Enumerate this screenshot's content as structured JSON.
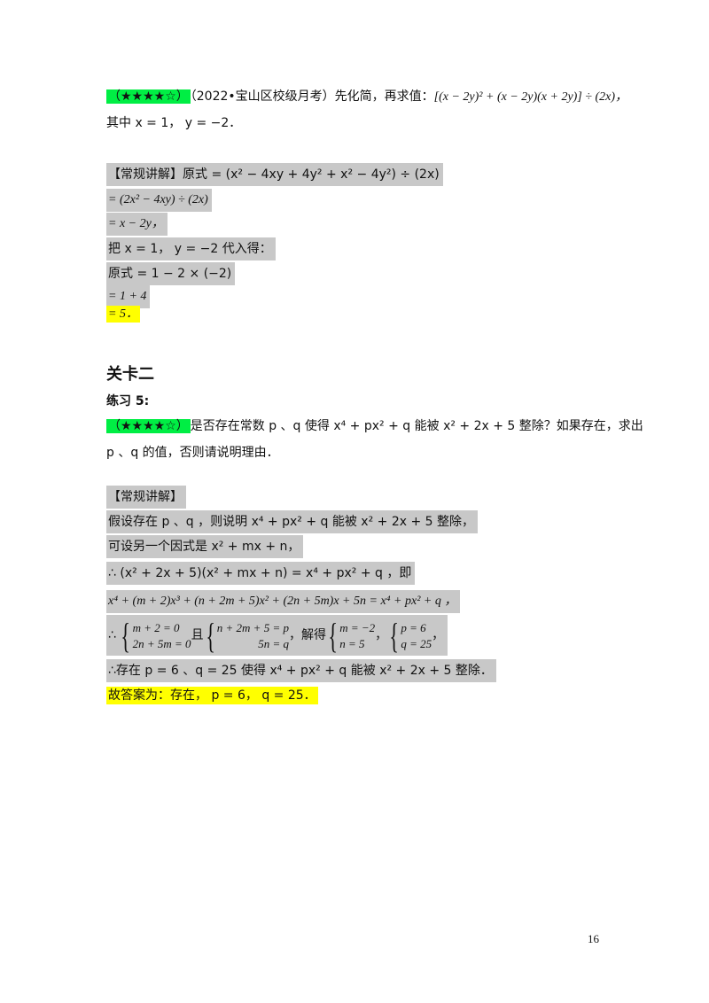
{
  "problem1": {
    "stars": "（★★★★☆）",
    "source": "（2022•宝山区校级月考）先化简，再求值：",
    "expression": "[(x − 2y)² + (x − 2y)(x + 2y)] ÷ (2x)，",
    "condition": "其中 x = 1， y = −2．"
  },
  "solution1": {
    "label": "【常规讲解】",
    "line1": "原式 = (x² − 4xy + 4y² + x² − 4y²) ÷ (2x)",
    "line2": "= (2x² − 4xy) ÷ (2x)",
    "line3": "= x − 2y，",
    "line4": "把 x = 1， y = −2 代入得：",
    "line5": "原式 = 1 − 2 × (−2)",
    "line6": "= 1 + 4",
    "line7": "= 5．"
  },
  "section": {
    "title": "关卡二",
    "exercise": "练习 5:"
  },
  "problem2": {
    "stars": "（★★★★☆）",
    "text1": "是否存在常数 p 、q 使得 x⁴ + px² + q 能被 x² + 2x + 5 整除？如果存在，求出",
    "text2": "p 、q 的值，否则请说明理由．"
  },
  "solution2": {
    "label": "【常规讲解】",
    "line1": "假设存在 p 、q ，则说明 x⁴ + px² + q 能被 x² + 2x + 5 整除，",
    "line2": "可设另一个因式是 x² + mx + n，",
    "line3": "∴ (x² + 2x + 5)(x² + mx + n) = x⁴ + px² + q ，即",
    "line4": "x⁴ + (m + 2)x³ + (n + 2m + 5)x² + (2n + 5m)x + 5n = x⁴ + px² + q ，",
    "therefore": "∴",
    "sysA1": "m + 2 = 0",
    "sysA2": "2n + 5m = 0",
    "and": "且",
    "sysB1": "n + 2m + 5 = p",
    "sysB2": "5n = q",
    "solved": "，解得",
    "sysC1": "m = −2",
    "sysC2": "n = 5",
    "comma": "，",
    "sysD1": "p = 6",
    "sysD2": "q = 25",
    "end": "，",
    "line6": "∴存在 p = 6 、q = 25 使得 x⁴ + px² + q 能被 x² + 2x + 5 整除．",
    "answer": "故答案为：存在， p = 6， q = 25．"
  },
  "page_number": "16"
}
